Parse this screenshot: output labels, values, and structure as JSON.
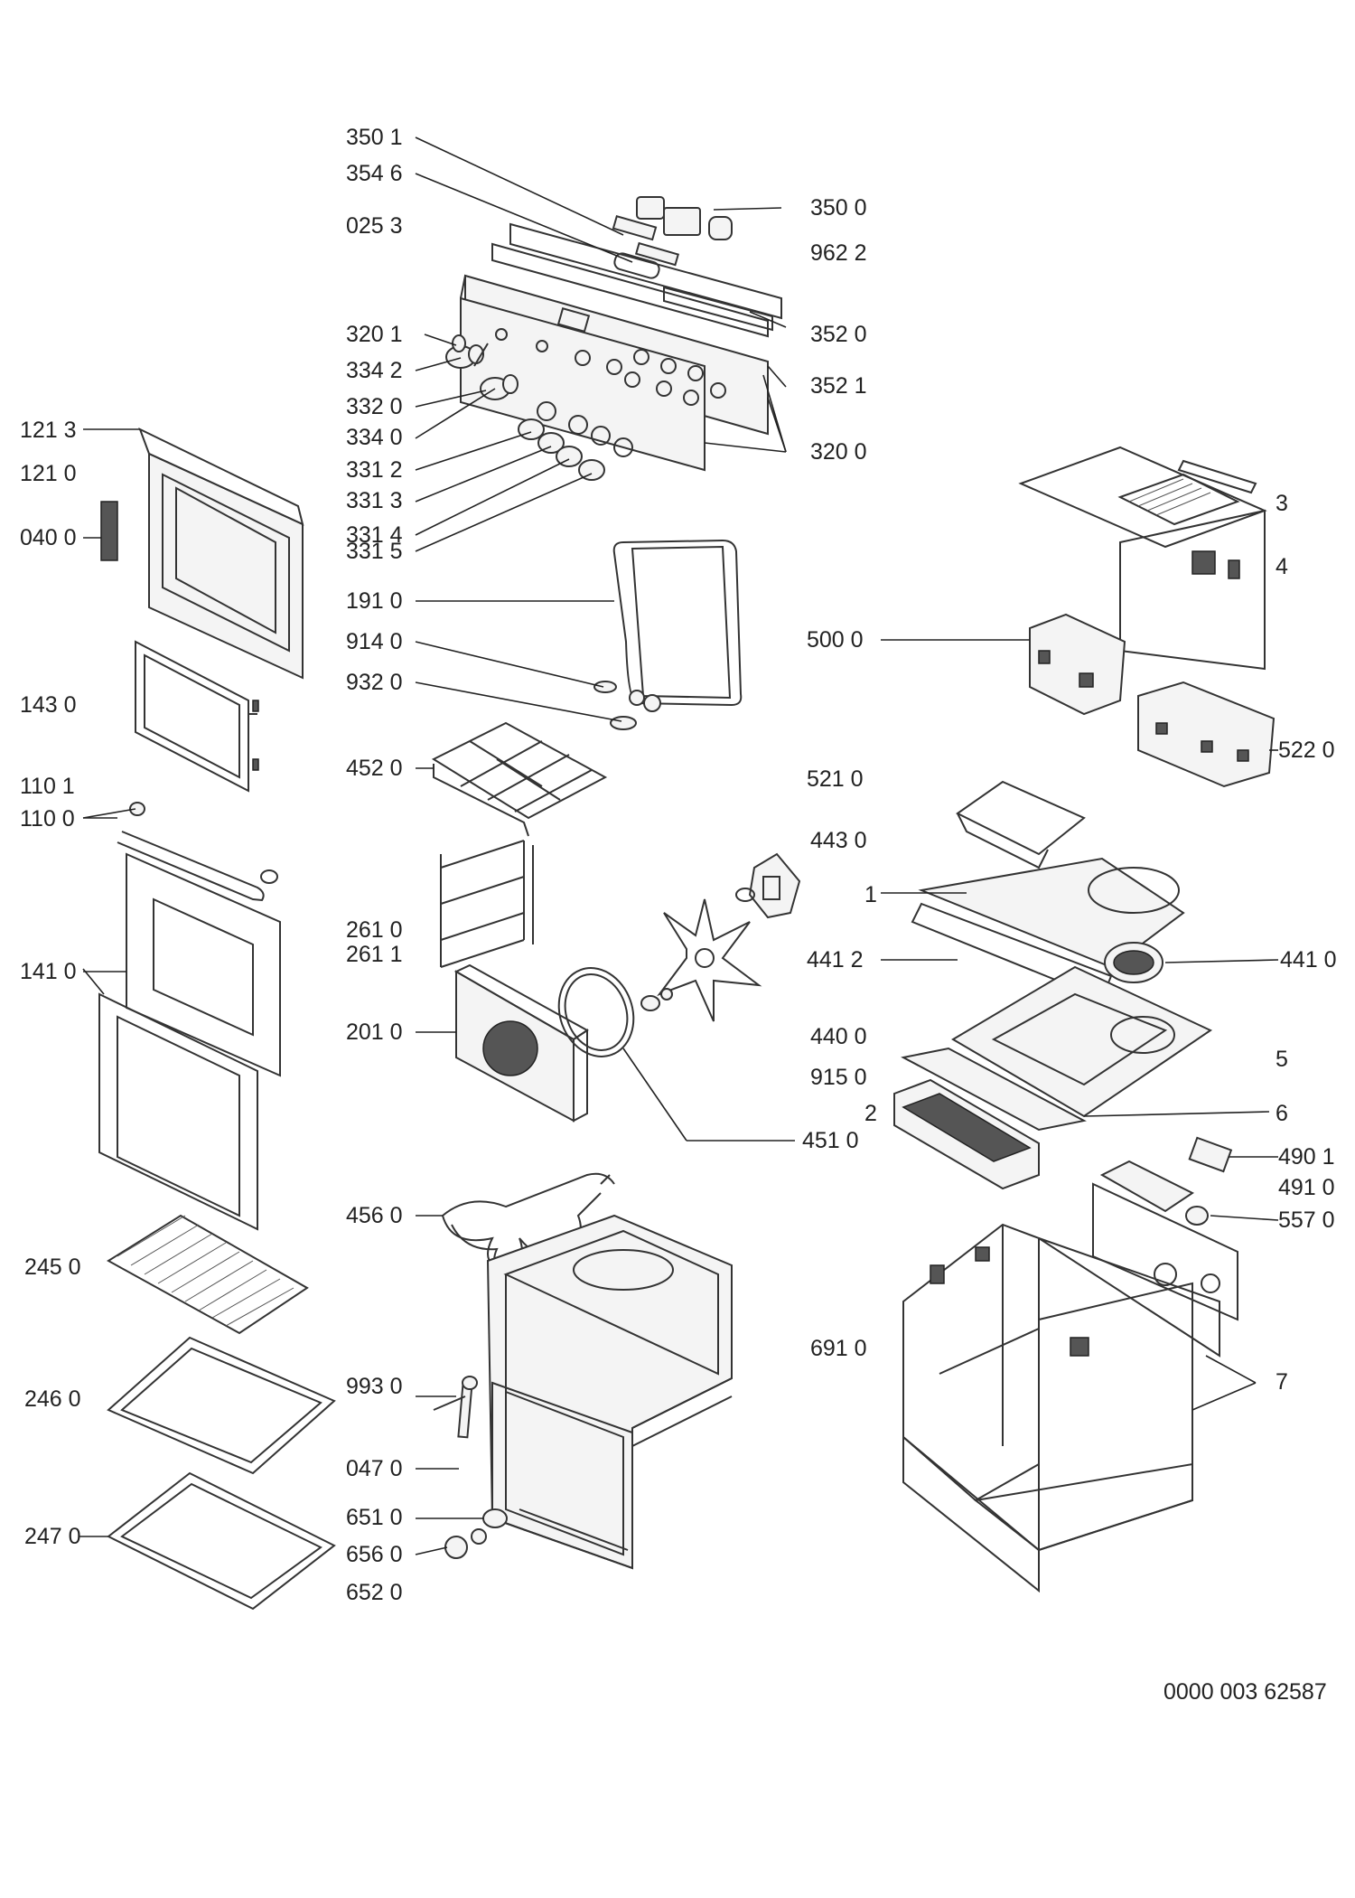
{
  "doc_number": "0000 003 62587",
  "labels": {
    "l3501": "350 1",
    "l3546": "354 6",
    "l0253": "025 3",
    "l3500": "350 0",
    "l9622": "962 2",
    "l3201": "320 1",
    "l3520": "352 0",
    "l3342": "334 2",
    "l3320": "332 0",
    "l3521": "352 1",
    "l3340": "334 0",
    "l3200": "320 0",
    "l1213": "121 3",
    "l1210": "121 0",
    "l3312": "331 2",
    "l3313": "331 3",
    "l3314": "331 4",
    "l0400": "040 0",
    "l3315": "331 5",
    "n3": "3",
    "n4": "4",
    "l1910": "191 0",
    "l9140": "914 0",
    "l5000": "500 0",
    "l1430": "143 0",
    "l9320": "932 0",
    "l4520": "452 0",
    "l5220": "522 0",
    "l1101": "110 1",
    "l5210": "521 0",
    "l1100": "110 0",
    "l4430": "443 0",
    "n1": "1",
    "l2610": "261 0",
    "l2611": "261 1",
    "l1410": "141 0",
    "l4412": "441 2",
    "l4410": "441 0",
    "l2010": "201 0",
    "l4400": "440 0",
    "n5": "5",
    "l9150": "915 0",
    "n2": "2",
    "n6": "6",
    "l4510": "451 0",
    "l4901": "490 1",
    "l4910": "491 0",
    "l4560": "456 0",
    "l5570": "557 0",
    "l2450": "245 0",
    "l6910": "691 0",
    "l2460": "246 0",
    "l9930": "993 0",
    "n7": "7",
    "l0470": "047 0",
    "l6510": "651 0",
    "l2470": "247 0",
    "l6560": "656 0",
    "l6520": "652 0"
  }
}
